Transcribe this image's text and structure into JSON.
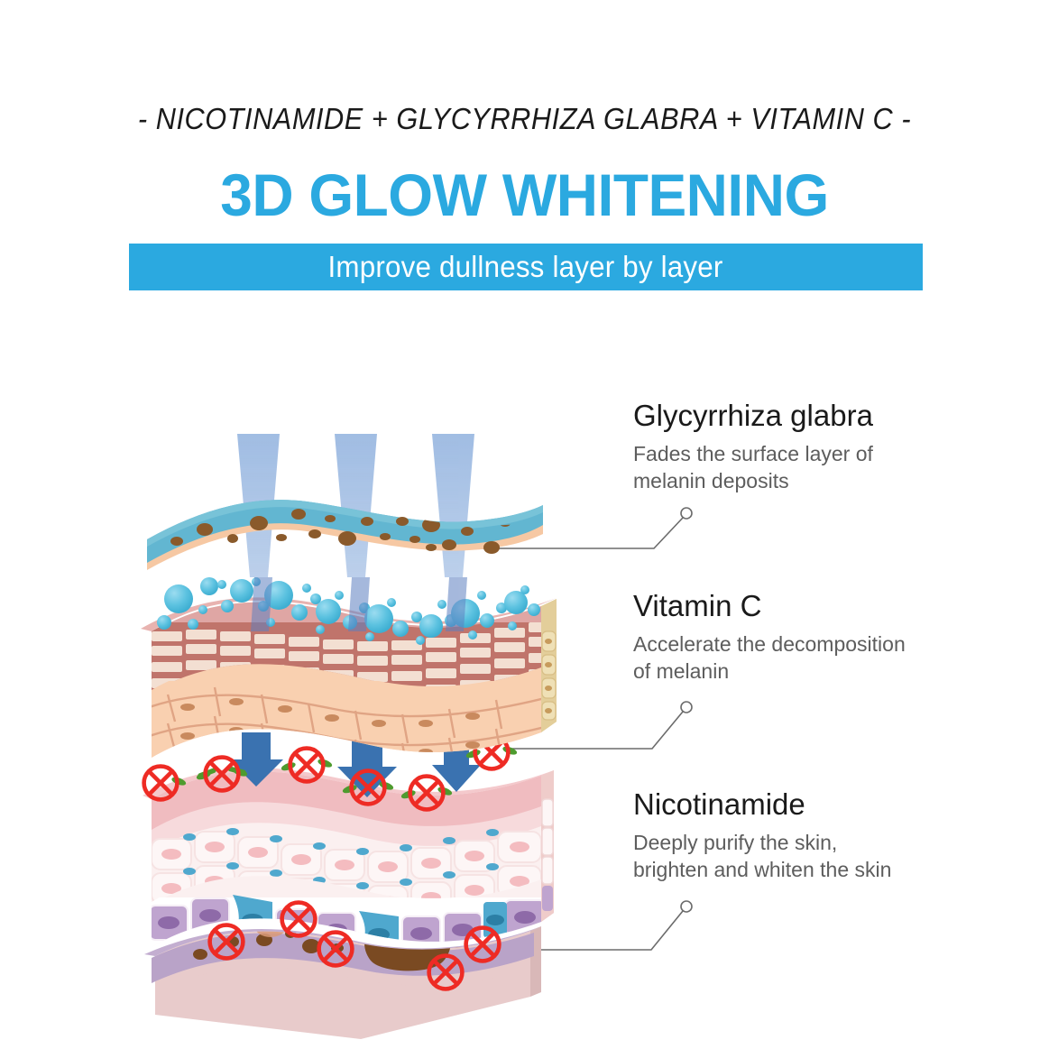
{
  "header": {
    "eyebrow": "- NICOTINAMIDE + GLYCYRRHIZA GLABRA + VITAMIN C -",
    "headline": "3D GLOW WHITENING",
    "banner": "Improve dullness layer by layer",
    "accent_color": "#2BA9E0",
    "banner_text_color": "#FFFFFF"
  },
  "callouts": [
    {
      "title": "Glycyrrhiza glabra",
      "description": "Fades the surface layer of\nmelanin deposits",
      "connector": "leader-line-to-layer-1"
    },
    {
      "title": "Vitamin C",
      "description": "Accelerate the decomposition\nof melanin",
      "connector": "leader-line-to-layer-2"
    },
    {
      "title": "Nicotinamide",
      "description": "Deeply purify the skin,\nbrighten and whiten the skin",
      "connector": "leader-line-to-layer-3"
    }
  ],
  "illustration": {
    "name": "exploded-skin-cross-section",
    "layers": [
      {
        "id": "layer-surface-film",
        "label": "surface melanin film",
        "color": "#5BB4CE",
        "edge_color": "#F6C8A3",
        "spot_color": "#8A5A2B",
        "spot_count": 18
      },
      {
        "id": "layer-epidermis-block",
        "label": "epidermis block with bubbles",
        "top_color": "#DFA6A4",
        "brick_color": "#F3DFD2",
        "brick_mortar": "#C0746B",
        "cell_color": "#F9D0B0",
        "side_color": "#E3CE9A",
        "bubble_color": "#5CC2E0",
        "bubble_count": 46
      },
      {
        "id": "layer-basal-block",
        "label": "basal cell block",
        "top_color": "#F0BCC0",
        "cell_color": "#FCF2F2",
        "cell_nucleus": "#F4BCC0",
        "basal_color": "#BFA4CF",
        "blue_cell_color": "#4FA8CE",
        "no_symbol_count": 11
      },
      {
        "id": "layer-melanin-base",
        "label": "deep melanin base layer",
        "top_color": "#B9A3C8",
        "side_color": "#E8CBCB",
        "blob_color": "#7A4A22",
        "spot_count": 9,
        "no_symbol_count": 5
      }
    ],
    "beams": {
      "name": "light-beams",
      "color": "#7CA3D8",
      "opacity": 0.72,
      "count": 3
    },
    "arrows": {
      "name": "penetration-arrows",
      "color": "#3A72B0",
      "count": 3
    },
    "no_symbols": {
      "name": "blocked-melanin-icon",
      "ring_color": "#EE2B24",
      "leaf_color": "#4E9B2E"
    }
  }
}
